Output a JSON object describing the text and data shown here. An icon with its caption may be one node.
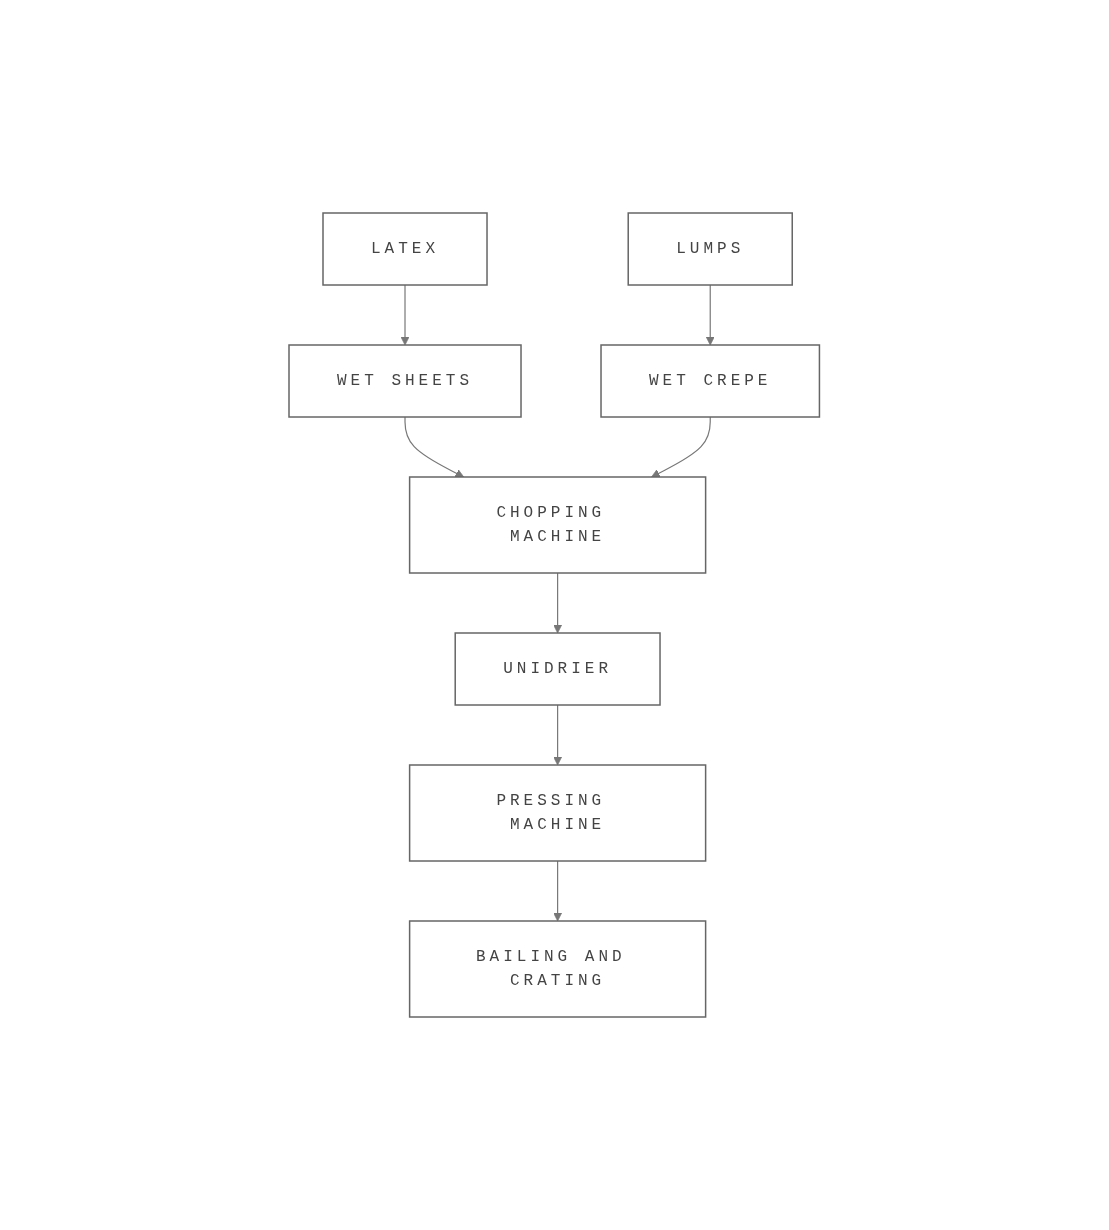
{
  "diagram": {
    "nodes": [
      {
        "text": [
          "LATEX"
        ]
      },
      {
        "text": [
          "LUMPS"
        ]
      },
      {
        "text": [
          "WET SHEETS"
        ]
      },
      {
        "text": [
          "WET CREPE"
        ]
      },
      {
        "text": [
          "CHOPPING MACHINE"
        ]
      },
      {
        "text": [
          "UNIDRIER"
        ]
      },
      {
        "text": [
          "PRESSING MACHINE"
        ]
      },
      {
        "text": [
          "BAILING AND CRATING"
        ]
      }
    ],
    "edges": [
      {
        "from": 0,
        "to": 2,
        "arrow": "to"
      },
      {
        "from": 1,
        "to": 3,
        "arrow": "to"
      },
      {
        "from": 2,
        "to": 4,
        "arrow": "to"
      },
      {
        "from": 3,
        "to": 4,
        "arrow": "to"
      },
      {
        "from": 4,
        "to": 5,
        "arrow": "to"
      },
      {
        "from": 5,
        "to": 6,
        "arrow": "to"
      },
      {
        "from": 6,
        "to": 7,
        "arrow": "to"
      }
    ]
  }
}
